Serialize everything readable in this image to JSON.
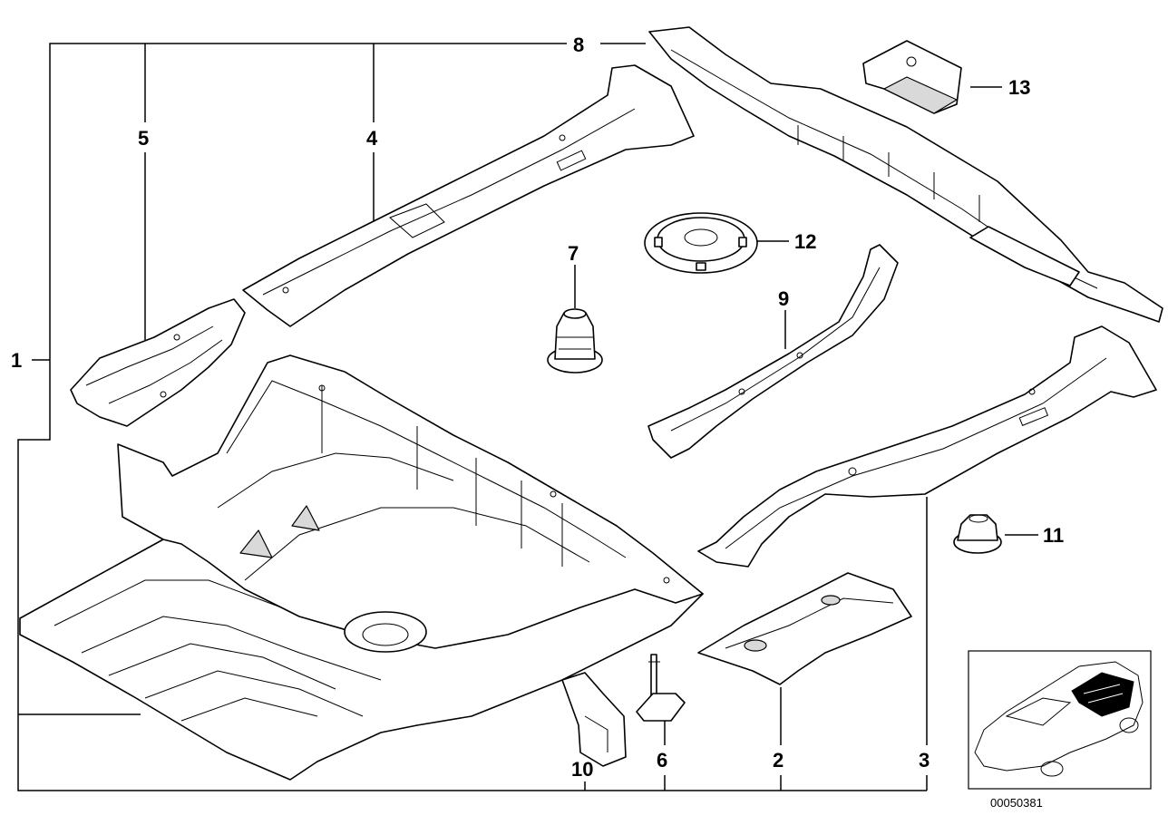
{
  "callouts": {
    "c1": "1",
    "c2": "2",
    "c3": "3",
    "c4": "4",
    "c5": "5",
    "c6": "6",
    "c7": "7",
    "c8": "8",
    "c9": "9",
    "c10": "10",
    "c11": "11",
    "c12": "12",
    "c13": "13"
  },
  "reference_number": "00050381",
  "colors": {
    "line": "#000000",
    "background": "#ffffff",
    "highlight": "#000000"
  }
}
